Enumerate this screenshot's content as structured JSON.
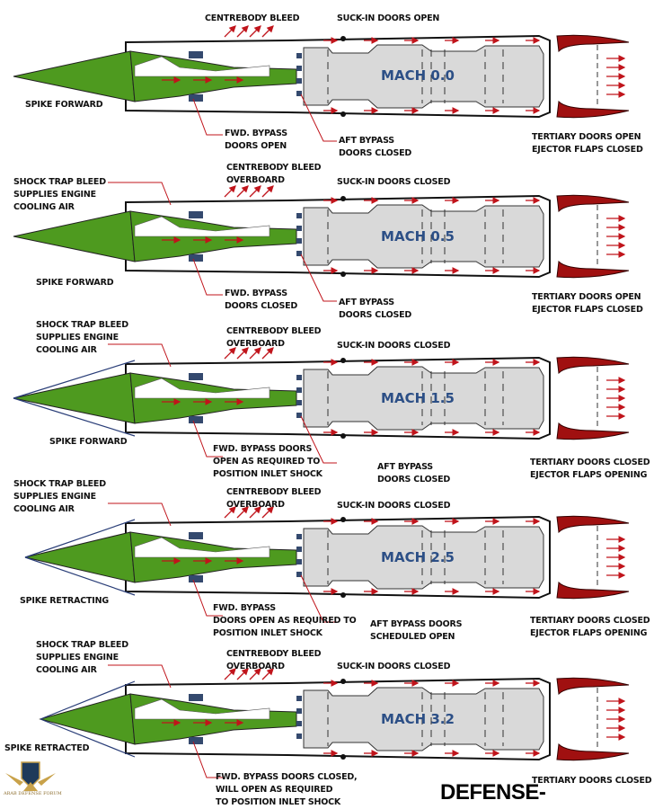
{
  "colors": {
    "centrebody": "#4e9a1f",
    "core": "#d9d9d9",
    "nozzle": "#a01010",
    "arrow": "#c0141b",
    "mach_text": "#2c4f86",
    "shock": "#2a3e78"
  },
  "panels": [
    {
      "mach": "MACH 0.0",
      "spike_lines": false,
      "labels": {
        "centrebody": "CENTREBODY BLEED",
        "suckin": "SUCK-IN DOORS OPEN",
        "spike": "SPIKE FORWARD",
        "fwd": "FWD. BYPASS\nDOORS OPEN",
        "aft": "AFT BYPASS\nDOORS CLOSED",
        "tertiary": "TERTIARY DOORS OPEN\nEJECTOR FLAPS CLOSED"
      }
    },
    {
      "mach": "MACH 0.5",
      "spike_lines": false,
      "labels": {
        "shock": "SHOCK TRAP BLEED\nSUPPLIES ENGINE\nCOOLING AIR",
        "centrebody": "CENTREBODY BLEED\nOVERBOARD",
        "suckin": "SUCK-IN DOORS CLOSED",
        "spike": "SPIKE FORWARD",
        "fwd": "FWD. BYPASS\nDOORS CLOSED",
        "aft": "AFT BYPASS\nDOORS CLOSED",
        "tertiary": "TERTIARY DOORS OPEN\nEJECTOR FLAPS CLOSED"
      }
    },
    {
      "mach": "MACH 1.5",
      "spike_lines": true,
      "labels": {
        "shock": "SHOCK TRAP BLEED\nSUPPLIES ENGINE\nCOOLING AIR",
        "centrebody": "CENTREBODY BLEED\nOVERBOARD",
        "suckin": "SUCK-IN DOORS CLOSED",
        "spike": "SPIKE FORWARD",
        "fwd": "FWD. BYPASS DOORS\nOPEN AS REQUIRED TO\nPOSITION INLET SHOCK",
        "aft": "AFT BYPASS\nDOORS CLOSED",
        "tertiary": "TERTIARY DOORS CLOSED\nEJECTOR FLAPS OPENING"
      }
    },
    {
      "mach": "MACH 2.5",
      "spike_lines": true,
      "labels": {
        "shock": "SHOCK TRAP BLEED\nSUPPLIES ENGINE\nCOOLING AIR",
        "centrebody": "CENTREBODY BLEED\nOVERBOARD",
        "suckin": "SUCK-IN DOORS CLOSED",
        "spike": "SPIKE RETRACTING",
        "fwd": "FWD. BYPASS\nDOORS OPEN AS REQUIRED TO\nPOSITION INLET SHOCK",
        "aft": "AFT BYPASS DOORS\nSCHEDULED OPEN",
        "tertiary": "TERTIARY DOORS CLOSED\nEJECTOR FLAPS OPENING"
      }
    },
    {
      "mach": "MACH 3.2",
      "spike_lines": true,
      "labels": {
        "shock": "SHOCK TRAP BLEED\nSUPPLIES ENGINE\nCOOLING AIR",
        "centrebody": "CENTREBODY BLEED\nOVERBOARD",
        "suckin": "SUCK-IN DOORS CLOSED",
        "spike": "SPIKE RETRACTED",
        "fwd": "FWD. BYPASS DOORS CLOSED,\nWILL OPEN AS REQUIRED\nTO POSITION INLET SHOCK",
        "tertiary": "TERTIARY DOORS CLOSED"
      }
    }
  ],
  "watermark": {
    "site": "DEFENSE-ARAB.COM",
    "logo_text": "ARAB DEFENSE FORUM"
  }
}
